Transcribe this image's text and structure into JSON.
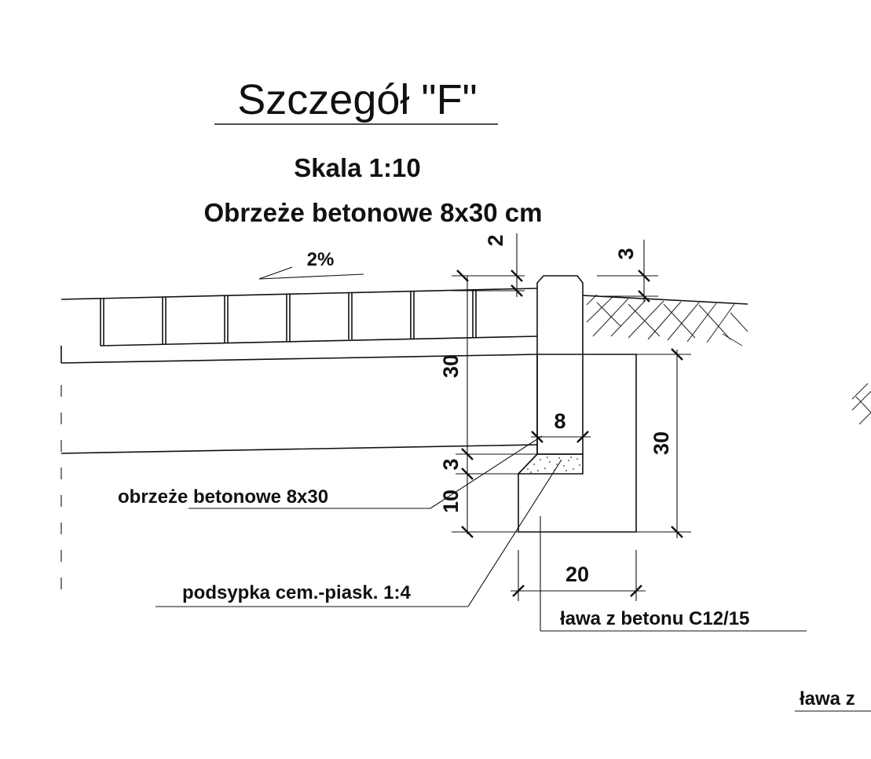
{
  "title": "Szczegół \"F\"",
  "scale": "Skala 1:10",
  "subtitle": "Obrzeże betonowe 8x30 cm",
  "slope": "2%",
  "dimensions": {
    "top_left": "2",
    "top_right": "3",
    "curb_height": "30",
    "curb_width": "8",
    "bedding": "3",
    "foundation_lower": "10",
    "foundation_height": "30",
    "foundation_width": "20"
  },
  "labels": {
    "curb": "obrzeże betonowe 8x30",
    "bedding": "podsypka cem.-piask. 1:4",
    "foundation": "ława z betonu C12/15",
    "cut_off": "ława z"
  }
}
